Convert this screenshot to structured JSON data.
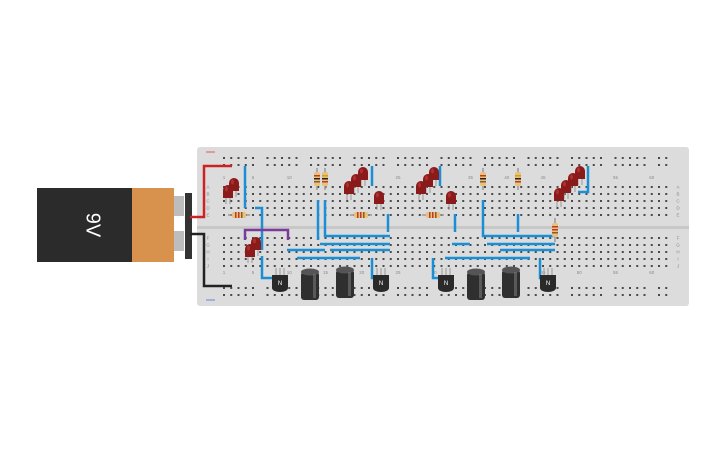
{
  "canvas": {
    "background": "#ffffff"
  },
  "battery": {
    "voltage_label": "9V",
    "body_color": "#2b2b2b",
    "cap_color": "#d9924e"
  },
  "breadboard": {
    "color": "#dcdcdc",
    "hole_color": "#4a4a4a",
    "rail_red": "#e05a5a",
    "rail_blue": "#5a8ae0",
    "column_labels": [
      "1",
      "5",
      "10",
      "15",
      "20",
      "25",
      "30",
      "35",
      "40",
      "45",
      "50",
      "55",
      "60"
    ],
    "row_labels_top": [
      "A",
      "B",
      "C",
      "D",
      "E"
    ],
    "row_labels_bottom": [
      "F",
      "G",
      "H",
      "I",
      "J"
    ]
  },
  "components": {
    "transistor_label": "N",
    "transistor_count": 4,
    "capacitor_count": 4,
    "led_color": "#8b1a1a",
    "wire_color": "#1a8fd6",
    "power_wire_color": "#cc2222",
    "ground_wire_color": "#222222",
    "jumper_color": "#7a3b9c"
  }
}
